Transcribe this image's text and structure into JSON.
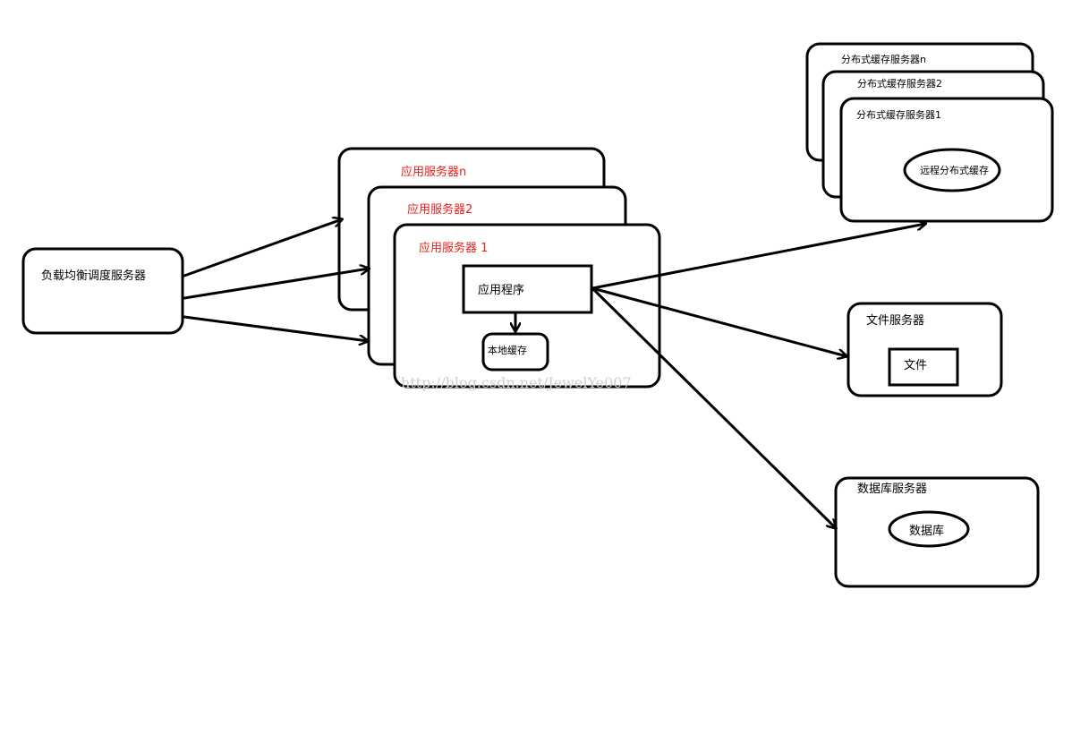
{
  "colors": {
    "stroke": "#000000",
    "app_label": "#e8201c",
    "watermark": "#cfcfcf"
  },
  "load_balancer": {
    "label": "负载均衡调度服务器"
  },
  "app_servers": [
    {
      "label": "应用服务器n"
    },
    {
      "label": "应用服务器2"
    },
    {
      "label": "应用服务器 1"
    }
  ],
  "app_program": {
    "label": "应用程序"
  },
  "local_cache": {
    "label": "本地缓存"
  },
  "cache_servers": [
    {
      "label": "分布式缓存服务器n"
    },
    {
      "label": "分布式缓存服务器2"
    },
    {
      "label": "分布式缓存服务器1"
    }
  ],
  "remote_cache": {
    "label": "远程分布式缓存"
  },
  "file_server": {
    "label": "文件服务器",
    "file_label": "文件"
  },
  "db_server": {
    "label": "数据库服务器",
    "db_label": "数据库"
  },
  "watermark": "http://blog.csdn.net/JewelYe007"
}
